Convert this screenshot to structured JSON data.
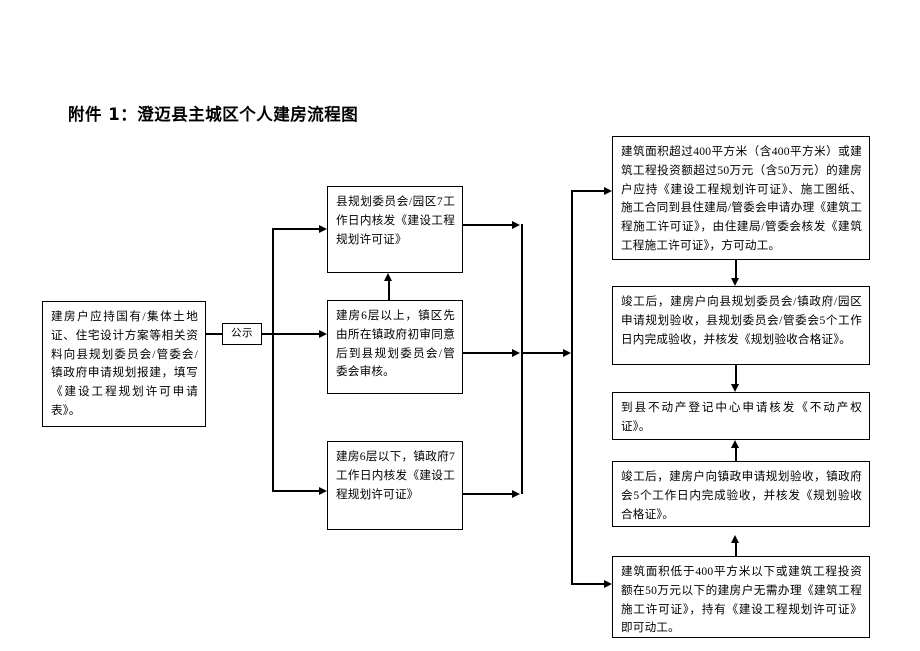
{
  "title": "附件 1：澄迈县主城区个人建房流程图",
  "nodes": {
    "start": "建房户应持国有/集体土地证、住宅设计方案等相关资料向县规划委员会/管委会/镇政府申请规划报建，填写《建设工程规划许可申请表》。",
    "public_notice_tag": "公示",
    "mid_top": "县规划委员会/园区7工作日内核发《建设工程规划许可证》",
    "mid_center": "建房6层以上，镇区先由所在镇政府初审同意后到县规划委员会/管委会审核。",
    "mid_bottom": "建房6层以下，镇政府7工作日内核发《建设工程规划许可证》",
    "right_1": "建筑面积超过400平方米（含400平方米）或建筑工程投资额超过50万元（含50万元）的建房户应持《建设工程规划许可证》、施工图纸、施工合同到县住建局/管委会申请办理《建筑工程施工许可证》，由住建局/管委会核发《建筑工程施工许可证》，方可动工。",
    "right_2": "竣工后，建房户向县规划委员会/镇政府/园区申请规划验收，县规划委员会/管委会5个工作日内完成验收，并核发《规划验收合格证》。",
    "right_3": "到县不动产登记中心申请核发《不动产权证》。",
    "right_4": "竣工后，建房户向镇政申请规划验收，镇政府会5个工作日内完成验收，并核发《规划验收合格证》。",
    "right_5": "建筑面积低于400平方米以下或建筑工程投资额在50万元以下的建房户无需办理《建筑工程施工许可证》，持有《建设工程规划许可证》即可动工。"
  },
  "colors": {
    "line": "#000000",
    "box_border": "#000000",
    "background": "#ffffff",
    "text": "#000000"
  }
}
